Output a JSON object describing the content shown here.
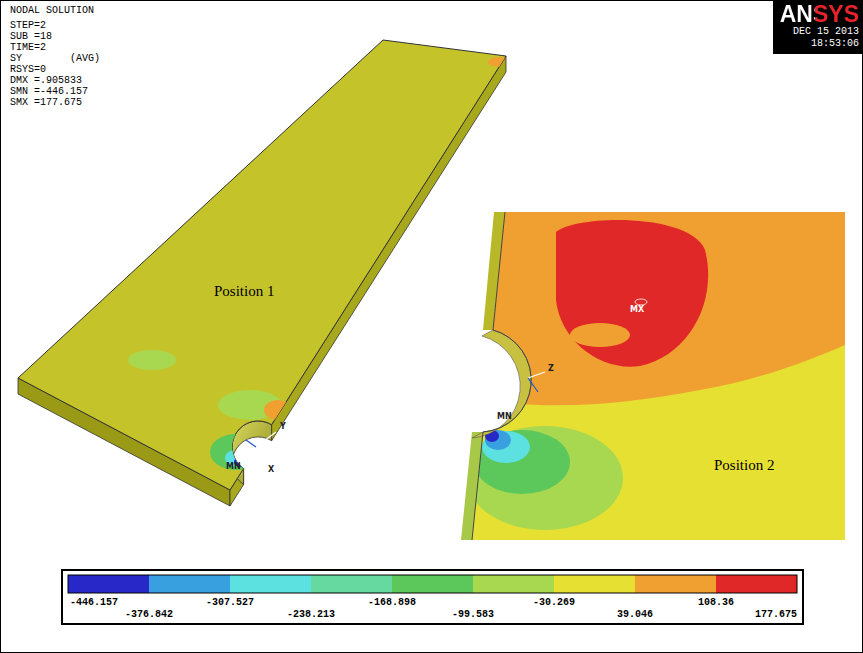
{
  "diagram": {
    "nodes": [
      {
        "text": [
          "ANSYS",
          "DEC 15 2013 18:53:06"
        ]
      }
    ],
    "labels": [
      "NODAL SOLUTION",
      "STEP=2",
      "SUB =18",
      "TIME=2",
      "SY (AVG)",
      "RSYS=0",
      "DMX =.905833",
      "SMN =-446.157",
      "SMX =177.675",
      "Position 1",
      "Position 2",
      "Y",
      "X",
      "MN",
      "Z",
      "MN",
      "MX",
      "-446.157",
      "-376.842",
      "-307.527",
      "-238.213",
      "-168.898",
      "-99.583",
      "-30.269",
      "39.046",
      "108.36",
      "177.675"
    ]
  }
}
